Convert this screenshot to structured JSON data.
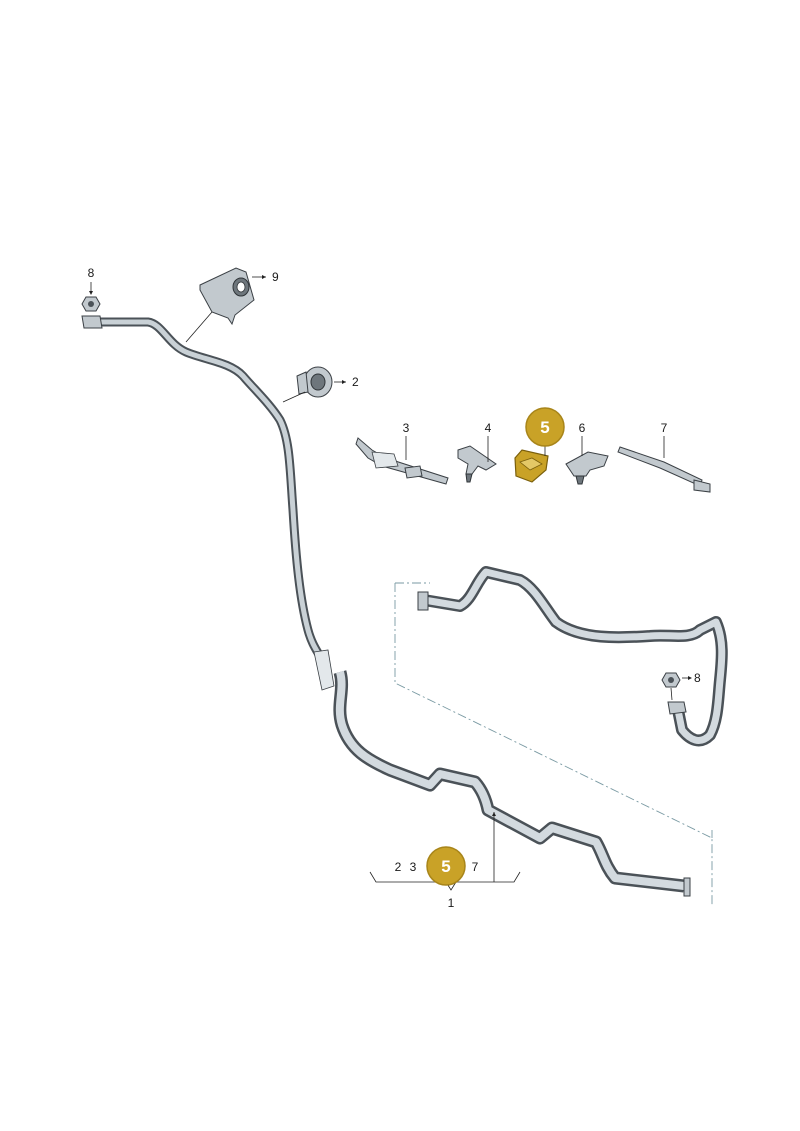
{
  "callouts": {
    "item_1": "1",
    "item_2": "2",
    "item_3": "3",
    "item_4": "4",
    "item_5": "5",
    "item_6": "6",
    "item_7": "7",
    "item_8": "8",
    "item_9": "9"
  },
  "group_list": {
    "item_2": "2",
    "item_3": "3",
    "item_5": "5",
    "item_7": "7",
    "parent": "1"
  },
  "colors": {
    "highlight": "#c9a227",
    "highlight_border": "#a8851a",
    "part_fill": "#c2c9ce",
    "outline": "#3b4045",
    "dashed_frame": "#7a9aa3"
  }
}
